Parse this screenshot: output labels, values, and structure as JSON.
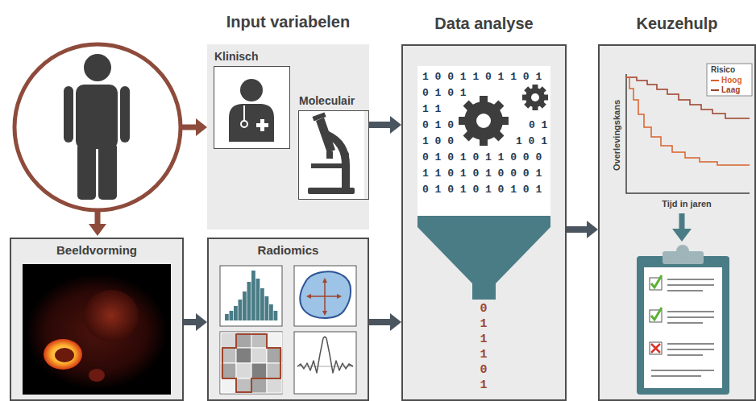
{
  "diagram": {
    "nodes": [
      {
        "text": [
          "Input variabelen"
        ]
      },
      {
        "text": [
          "Klinisch"
        ],
        "in": 0
      },
      {
        "text": [
          "Moleculair"
        ],
        "in": 0
      },
      {
        "text": [
          "Data analyse"
        ]
      },
      {
        "text": [
          "Keuzehulp"
        ]
      },
      {
        "text": [
          "Beeldvorming"
        ]
      },
      {
        "text": [
          "Radiomics"
        ]
      }
    ],
    "edges": [
      {
        "from": 0,
        "to": 3,
        "arrow": "to"
      },
      {
        "from": 5,
        "to": 6,
        "arrow": "to"
      },
      {
        "from": 6,
        "to": 3,
        "arrow": "to"
      },
      {
        "from": 3,
        "to": 4,
        "arrow": "to"
      }
    ],
    "labels": [
      "1 0 0 1 1 0 1 1 0 1",
      "0 1 0 1",
      "1 1",
      "0 1 0",
      "0 1",
      "1 0 0",
      "1 0 1",
      "0 1 0 1 0 1 1 0 0 0",
      "1 1 0 1 0 1 0 0 0 1",
      "0 1 0 1 0 1 0 1 0 1",
      "0 1 1 1 0 1",
      "Risico",
      "Overlevingskans",
      "Tijd in jaren"
    ],
    "legend": [
      {
        "text": "Hoog"
      },
      {
        "text": "Laag"
      }
    ]
  }
}
